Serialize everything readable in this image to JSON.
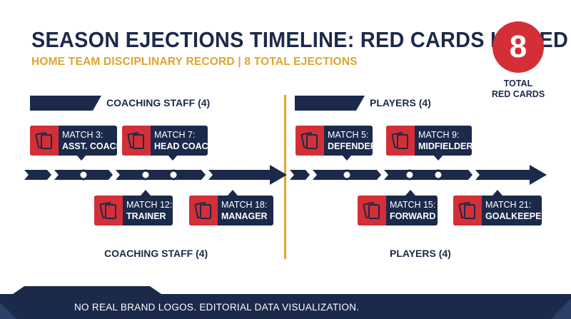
{
  "header": {
    "title": "SEASON EJECTIONS TIMELINE: RED CARDS ISSUED",
    "subtitle": "HOME TEAM DISCIPLINARY RECORD | 8 TOTAL EJECTIONS"
  },
  "total": {
    "number": "8",
    "label_line1": "TOTAL",
    "label_line2": "RED CARDS"
  },
  "sections": {
    "coaching_header": "COACHING STAFF (4)",
    "players_header": "PLAYERS (4)",
    "coaching_footer": "COACHING STAFF (4)",
    "players_footer": "PLAYERS (4)"
  },
  "events": [
    {
      "match": "MATCH 3:",
      "role": "ASST. COACH",
      "group": "coaching",
      "placement": "above"
    },
    {
      "match": "MATCH 7:",
      "role": "HEAD COACH",
      "group": "coaching",
      "placement": "above"
    },
    {
      "match": "MATCH 12:",
      "role": "TRAINER",
      "group": "coaching",
      "placement": "below"
    },
    {
      "match": "MATCH 18:",
      "role": "MANAGER",
      "group": "coaching",
      "placement": "below"
    },
    {
      "match": "MATCH 5:",
      "role": "DEFENDER",
      "group": "players",
      "placement": "above"
    },
    {
      "match": "MATCH 9:",
      "role": "MIDFIELDER",
      "group": "players",
      "placement": "above"
    },
    {
      "match": "MATCH 15:",
      "role": "FORWARD",
      "group": "players",
      "placement": "below"
    },
    {
      "match": "MATCH 21:",
      "role": "GOALKEEPER",
      "group": "players",
      "placement": "below"
    }
  ],
  "icon": "red-card-icon",
  "colors": {
    "navy": "#1b2a4a",
    "red": "#d42f36",
    "gold": "#e0a42c"
  },
  "footer": {
    "text": "NO REAL BRAND LOGOS. EDITORIAL DATA VISUALIZATION."
  }
}
